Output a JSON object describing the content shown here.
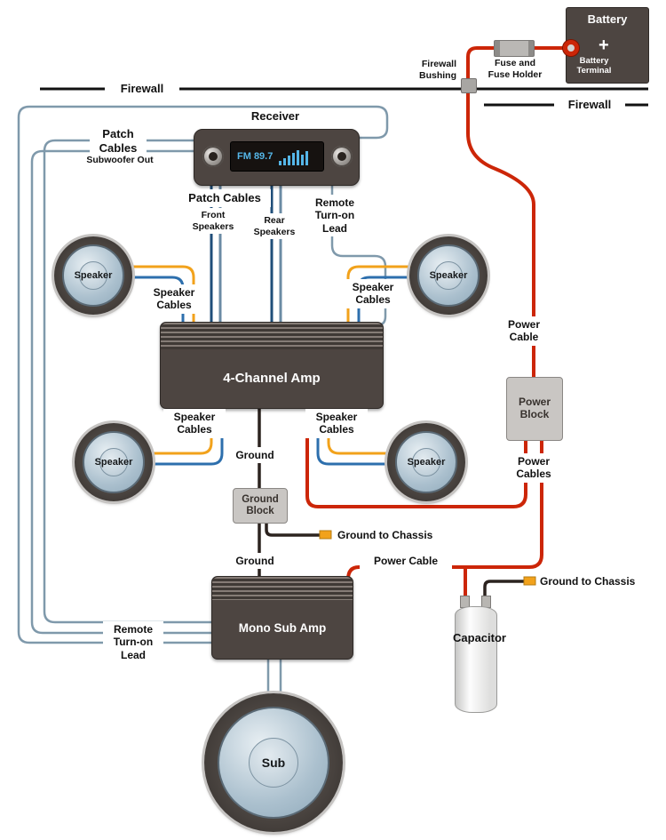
{
  "colors": {
    "wire_red": "#cc2608",
    "wire_steel": "#7f99ab",
    "wire_orange": "#f2a21b",
    "wire_blue": "#2d6fad",
    "wire_navy": "#1f4e79",
    "wire_lightblue": "#6b8ba4",
    "wire_ground": "#2c231f",
    "box_dark": "#4d4541",
    "block_gray": "#c9c6c3",
    "display_blue": "#55b6e8",
    "firewall_black": "#111111"
  },
  "battery": {
    "title": "Battery",
    "terminal_label": "Battery\nTerminal",
    "plus": "+"
  },
  "fuse_label": "Fuse and\nFuse Holder",
  "firewall": {
    "left": "Firewall",
    "right": "Firewall",
    "bushing": "Firewall\nBushing"
  },
  "receiver": {
    "title": "Receiver",
    "display": "FM 89.7"
  },
  "patch_left": {
    "title": "Patch\nCables",
    "subtitle": "Subwoofer Out"
  },
  "patch_mid": {
    "title": "Patch Cables",
    "front": "Front\nSpeakers",
    "rear": "Rear\nSpeakers"
  },
  "remote_lead_top": "Remote\nTurn-on\nLead",
  "remote_lead_bottom": "Remote\nTurn-on\nLead",
  "speaker": {
    "label": "Speaker",
    "cables": "Speaker\nCables"
  },
  "amp4": {
    "label": "4-Channel Amp"
  },
  "mono_amp": {
    "label": "Mono Sub Amp"
  },
  "power": {
    "cable": "Power\nCable",
    "block": "Power\nBlock",
    "cables": "Power\nCables",
    "cable2": "Power Cable"
  },
  "ground": {
    "g1": "Ground",
    "block": "Ground\nBlock",
    "chassis1": "Ground to Chassis",
    "g2": "Ground",
    "chassis2": "Ground to Chassis"
  },
  "capacitor_label": "Capacitor",
  "sub_label": "Sub"
}
